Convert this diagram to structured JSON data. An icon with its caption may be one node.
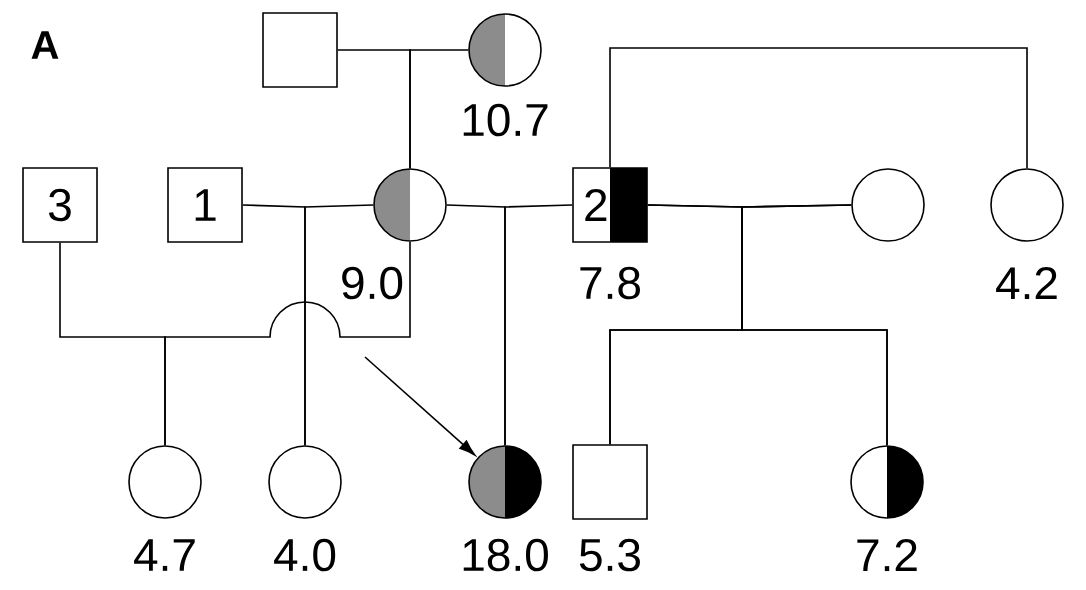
{
  "diagram": {
    "nodes": [
      {
        "text": [],
        "shape": "box"
      },
      {
        "text": [],
        "shape": "circle",
        "beside": [
          "10.7"
        ]
      },
      {
        "text": [
          "3"
        ]
      },
      {
        "text": [
          "1"
        ]
      },
      {
        "text": [],
        "shape": "circle",
        "beside": [
          "9.0"
        ]
      },
      {
        "text": [
          "2"
        ],
        "beside": [
          "7.8"
        ]
      },
      {
        "text": [],
        "shape": "circle"
      },
      {
        "text": [],
        "shape": "circle",
        "beside": [
          "4.2"
        ]
      },
      {
        "text": [],
        "shape": "circle",
        "beside": [
          "4.7"
        ]
      },
      {
        "text": [],
        "shape": "circle",
        "beside": [
          "4.0"
        ]
      },
      {
        "text": [],
        "shape": "circle",
        "beside": [
          "18.0"
        ]
      },
      {
        "text": [],
        "shape": "box",
        "beside": [
          "5.3"
        ]
      },
      {
        "text": [],
        "shape": "circle",
        "beside": [
          "7.2"
        ]
      }
    ],
    "edges": [
      {
        "from": 0,
        "to": 4,
        "arrow": "none"
      },
      {
        "from": 1,
        "to": 4,
        "arrow": "none"
      },
      {
        "from": 3,
        "to": 9,
        "arrow": "none"
      },
      {
        "from": 4,
        "to": 9,
        "arrow": "none"
      },
      {
        "from": 4,
        "to": 10,
        "arrow": "none"
      },
      {
        "from": 5,
        "to": 10,
        "arrow": "none"
      },
      {
        "from": 2,
        "to": 8,
        "arrow": "none"
      },
      {
        "from": 4,
        "to": 8,
        "arrow": "none"
      },
      {
        "from": 5,
        "to": 11,
        "arrow": "none"
      },
      {
        "from": 6,
        "to": 11,
        "arrow": "none"
      },
      {
        "from": 5,
        "to": 12,
        "arrow": "none"
      },
      {
        "from": 6,
        "to": 12,
        "arrow": "none"
      },
      {
        "from": 5,
        "to": 7,
        "arrow": "none"
      },
      {
        "from": null,
        "to": 10,
        "arrow": "to"
      }
    ],
    "labels": [
      "A"
    ]
  }
}
